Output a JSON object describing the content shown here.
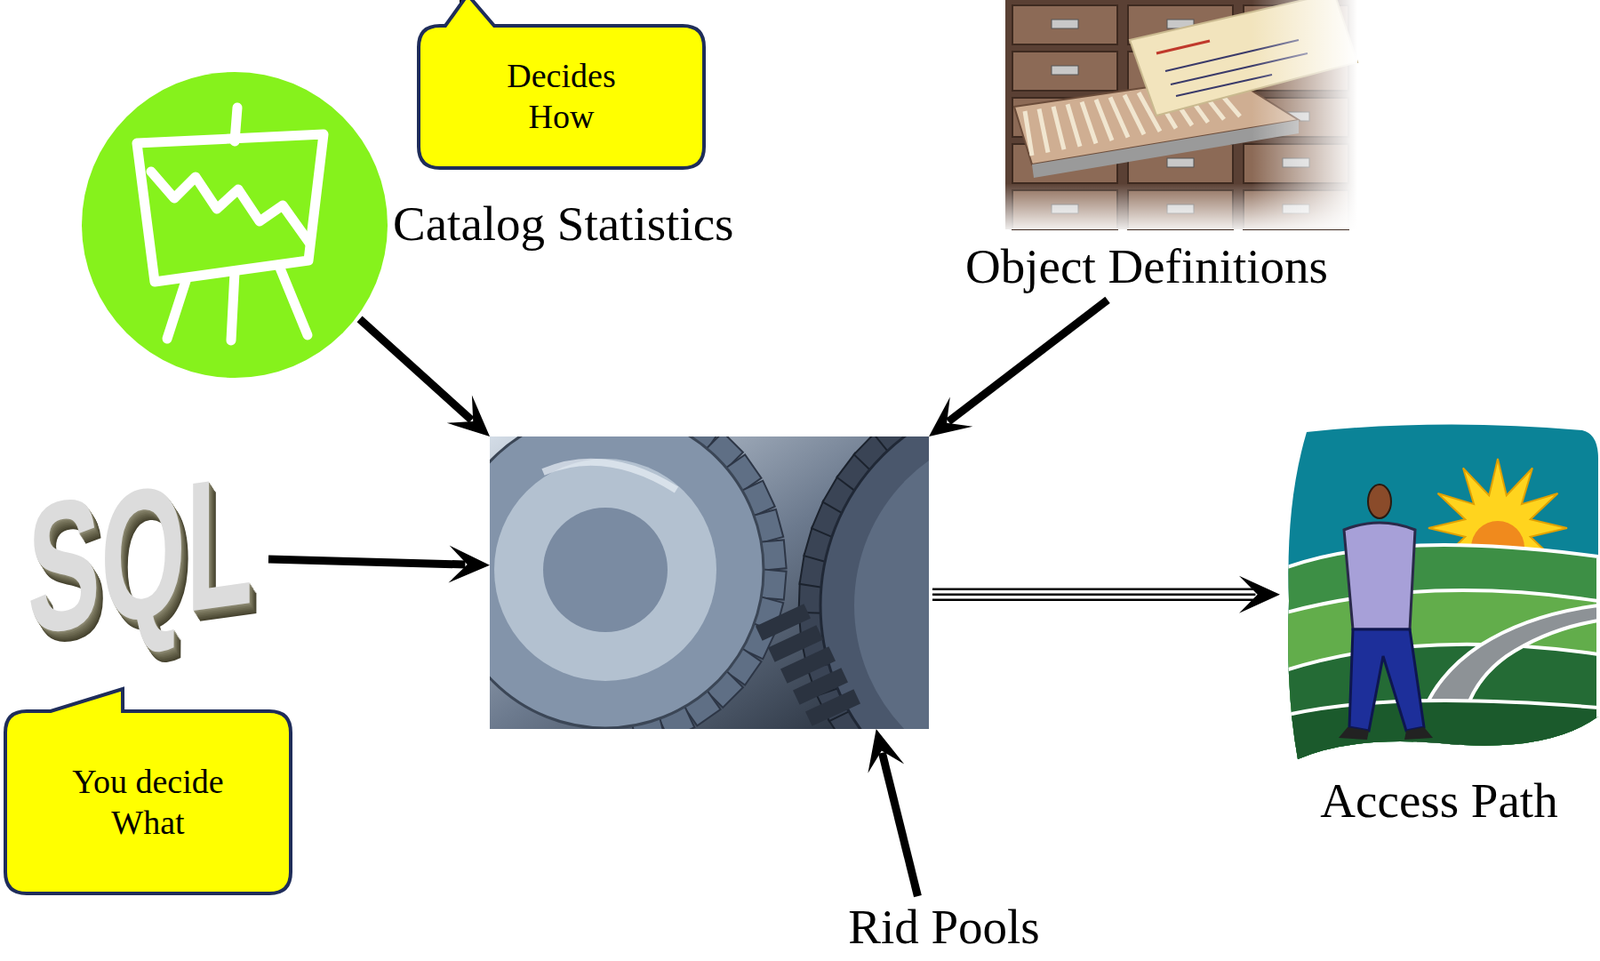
{
  "diagram": {
    "nodes": [
      {
        "text": [
          "Decides How"
        ]
      },
      {
        "text": [
          "Catalog Statistics"
        ]
      },
      {
        "text": [
          "Object Definitions"
        ]
      },
      {
        "text": [
          "SQL"
        ]
      },
      {
        "text": []
      },
      {
        "text": [
          "Access Path"
        ]
      },
      {
        "text": [
          "You decide What"
        ]
      },
      {
        "text": [
          "Rid Pools"
        ]
      }
    ],
    "edges": [
      {
        "from": 3,
        "to": 4,
        "arrow": "to"
      },
      {
        "from": 1,
        "to": 4,
        "arrow": "to"
      },
      {
        "from": 2,
        "to": 4,
        "arrow": "to"
      },
      {
        "from": 7,
        "to": 4,
        "arrow": "to"
      },
      {
        "from": 4,
        "to": 5,
        "arrow": "to"
      }
    ]
  }
}
